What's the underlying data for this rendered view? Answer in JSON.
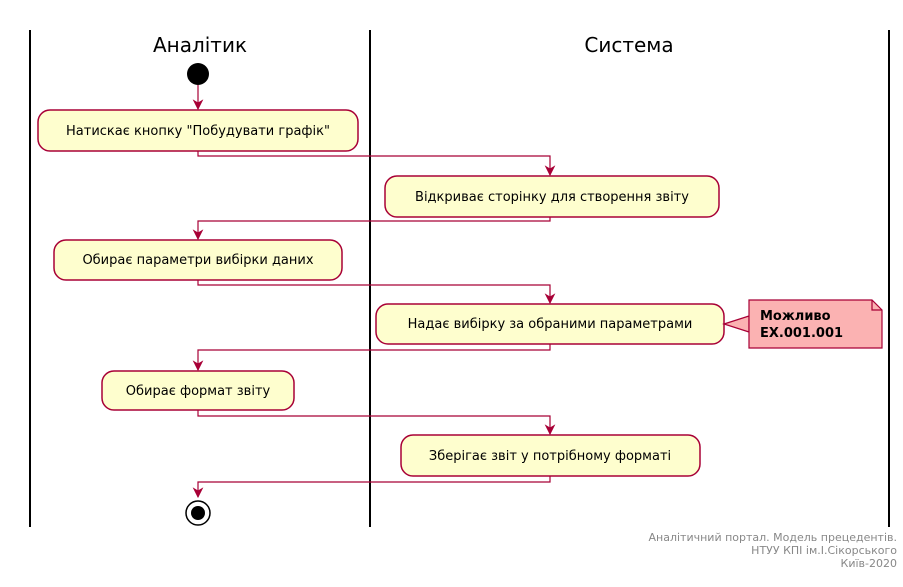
{
  "colors": {
    "activity_fill": "#FEFECE",
    "activity_border": "#A80036",
    "arrow": "#A80036",
    "note_fill": "#FBB2B2",
    "note_border": "#A80036",
    "swimlane_line": "#000000",
    "footer_text": "#888888"
  },
  "swimlanes": [
    {
      "title": "Аналітик"
    },
    {
      "title": "Система"
    }
  ],
  "activities": [
    {
      "lane": 0,
      "text": "Натискає кнопку \"Побудувати графік\""
    },
    {
      "lane": 1,
      "text": "Відкриває сторінку для створення звіту"
    },
    {
      "lane": 0,
      "text": "Обирає параметри вибірки даних"
    },
    {
      "lane": 1,
      "text": "Надає вибірку за обраними параметрами"
    },
    {
      "lane": 0,
      "text": "Обирає формат звіту"
    },
    {
      "lane": 1,
      "text": "Зберігає звіт у потрібному форматі"
    }
  ],
  "note": {
    "attached_to_activity": 3,
    "lines": [
      "Можливо",
      "EX.001.001"
    ]
  },
  "footer": {
    "lines": [
      "Аналітичний портал. Модель прецедентів.",
      "НТУУ КПІ ім.І.Сікорського",
      "Київ-2020"
    ]
  }
}
